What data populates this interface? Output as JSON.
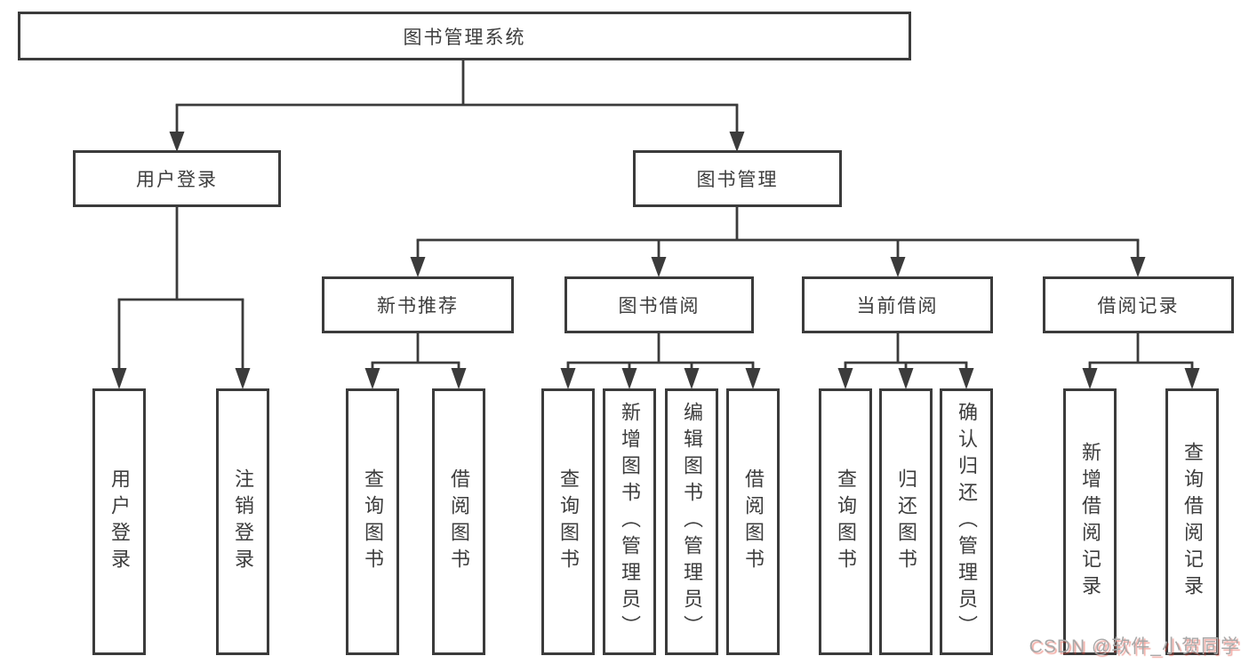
{
  "tree": {
    "root": "图书管理系统",
    "level2": [
      "用户登录",
      "图书管理"
    ],
    "level3": [
      "新书推荐",
      "图书借阅",
      "当前借阅",
      "借阅记录"
    ],
    "leaves": {
      "user_login": [
        "用户登录",
        "注销登录"
      ],
      "new_books": [
        "查询图书",
        "借阅图书"
      ],
      "book_borrow": [
        "查询图书",
        "新增图书（管理员）",
        "编辑图书（管理员）",
        "借阅图书"
      ],
      "current_borrow": [
        "查询图书",
        "归还图书",
        "确认归还（管理员）"
      ],
      "borrow_records": [
        "新增借阅记录",
        "查询借阅记录"
      ]
    }
  },
  "watermark": "CSDN @软件_小贺同学",
  "colors": {
    "line": "#3b3b3b",
    "text": "#3d3d3d",
    "watermark_gray": "#a8a8a8"
  }
}
